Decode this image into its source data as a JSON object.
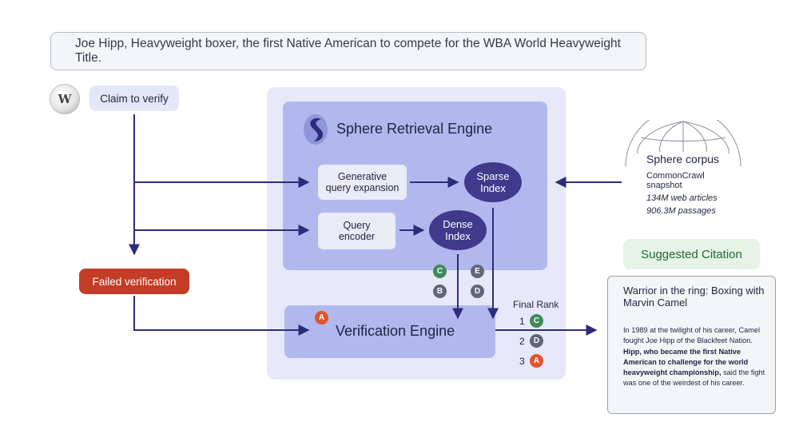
{
  "claim": "Joe Hipp, Heavyweight boxer, the first Native American to compete for the WBA World Heavyweight Title.",
  "wiki_logo_glyph": "W",
  "claim_to_verify_label": "Claim to verify",
  "failed_verification_label": "Failed verification",
  "sphere_engine": {
    "title": "Sphere Retrieval Engine",
    "generative_query_line1": "Generative",
    "generative_query_line2": "query expansion",
    "query_encoder_line1": "Query",
    "query_encoder_line2": "encoder",
    "sparse_line1": "Sparse",
    "sparse_line2": "Index",
    "dense_line1": "Dense",
    "dense_line2": "Index"
  },
  "retrieved_badges": [
    "C",
    "E",
    "B",
    "D"
  ],
  "verification_badge": "A",
  "verification_engine_title": "Verification Engine",
  "final_rank": {
    "label": "Final Rank",
    "items": [
      {
        "rank": "1",
        "letter": "C",
        "color": "#3e8b58"
      },
      {
        "rank": "2",
        "letter": "D",
        "color": "#5f6778"
      },
      {
        "rank": "3",
        "letter": "A",
        "color": "#e0542f"
      }
    ]
  },
  "sphere_corpus": {
    "title": "Sphere corpus",
    "line1": "CommonCrawl",
    "line2": "snapshot",
    "line3": "134M web articles",
    "line4": "906.3M passages"
  },
  "suggested_citation_label": "Suggested Citation",
  "citation": {
    "title": "Warrior in the ring: Boxing with Marvin Camel",
    "body_before": "In 1989 at the twilight of his career, Camel fought Joe Hipp of the Blackfeet Nation. ",
    "body_bold": "Hipp, who became the first Native American to challenge for the world heavyweight championship,",
    "body_after": " said the fight was one of the weirdest of his career."
  },
  "colors": {
    "arrow": "#2d2c7a",
    "panel_outer": "#e7e9fb",
    "panel_inner": "#b0b8ee",
    "oval": "#3f3a8c",
    "failed": "#c33c26",
    "green": "#3e8b58",
    "grey": "#5f6778",
    "orange": "#e0542f"
  }
}
